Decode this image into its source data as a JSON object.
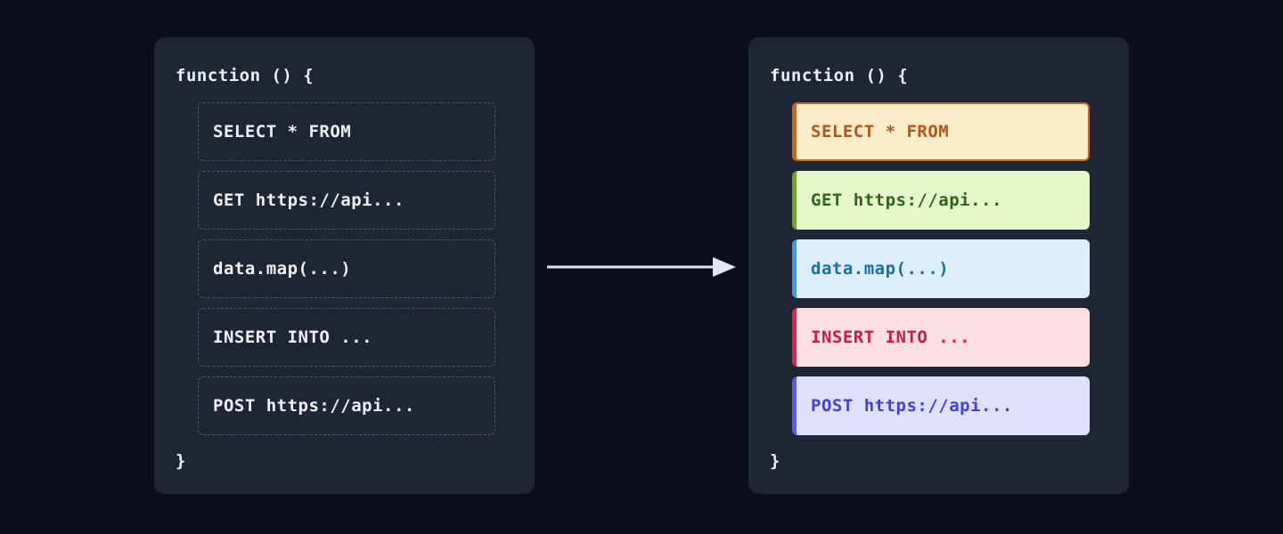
{
  "canvas": {
    "background": "#0a0e1a",
    "card_background": "#1e2533"
  },
  "arrow": {
    "name": "transform-arrow",
    "icon": "arrow-right-icon",
    "color": "#e2e6f3",
    "direction": "right"
  },
  "before": {
    "title": "before-panel",
    "code_open": "function () {",
    "code_close": "}",
    "border_style": "dashed",
    "border_color": "#4c5870",
    "text_color": "#eef2f8",
    "rows": [
      {
        "label": "SELECT * FROM"
      },
      {
        "label": "GET https://api..."
      },
      {
        "label": "data.map(...)"
      },
      {
        "label": "INSERT INTO ..."
      },
      {
        "label": "POST https://api..."
      }
    ]
  },
  "after": {
    "title": "after-panel",
    "code_open": "function () {",
    "code_close": "}",
    "rows": [
      {
        "label": "SELECT * FROM",
        "kind": "sql-select",
        "background": "#fdecc8",
        "text_color": "#b5541a",
        "accent": "#c9661e",
        "outlined": true
      },
      {
        "label": "GET https://api...",
        "kind": "http-get",
        "background": "#e6f7cc",
        "text_color": "#2d6618",
        "accent": "#6aa81e",
        "outlined": false
      },
      {
        "label": "data.map(...)",
        "kind": "js-map",
        "background": "#ddeefc",
        "text_color": "#1570a8",
        "accent": "#3b9ede",
        "outlined": false
      },
      {
        "label": "INSERT INTO ...",
        "kind": "sql-insert",
        "background": "#fcdfe3",
        "text_color": "#d01945",
        "accent": "#e0234a",
        "outlined": false
      },
      {
        "label": "POST https://api...",
        "kind": "http-post",
        "background": "#dfe0fb",
        "text_color": "#4040e0",
        "accent": "#5b5bea",
        "outlined": false
      }
    ]
  }
}
